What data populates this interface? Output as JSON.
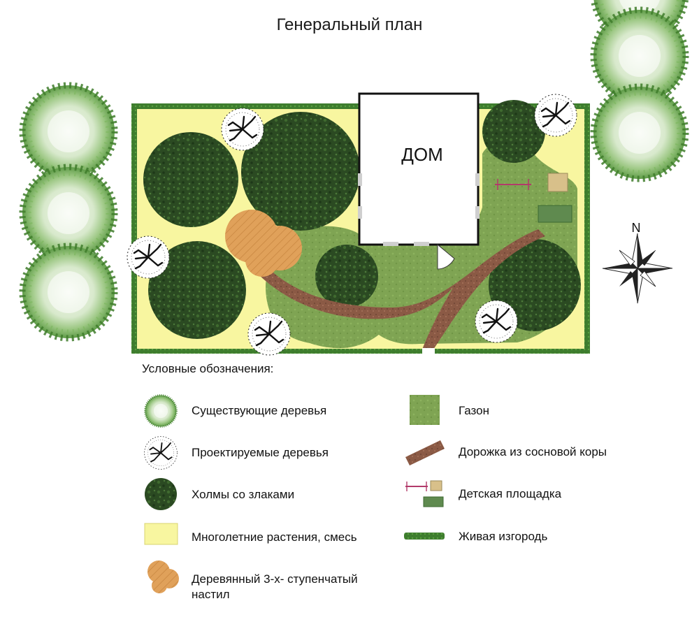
{
  "title": "Генеральный план",
  "house_label": "ДОМ",
  "north_label": "N",
  "legend": {
    "heading": "Условные обозначения:",
    "items": [
      {
        "label": "Существующие деревья",
        "icon": "existing-tree-icon"
      },
      {
        "label": "Проектируемые деревья",
        "icon": "planned-tree-icon"
      },
      {
        "label": "Холмы со злаками",
        "icon": "grass-hill-icon"
      },
      {
        "label": "Многолетние растения, смесь",
        "icon": "perennials-icon"
      },
      {
        "label": "Деревянный 3-х- ступенчатый\nнастил",
        "icon": "wooden-deck-icon"
      },
      {
        "label": "Газон",
        "icon": "lawn-icon"
      },
      {
        "label": "Дорожка из сосновой коры",
        "icon": "bark-path-icon"
      },
      {
        "label": "Детская площадка",
        "icon": "playground-icon"
      },
      {
        "label": "Живая изгородь",
        "icon": "hedge-icon"
      }
    ]
  },
  "colors": {
    "perennials": "#f8f6a0",
    "lawn": "#7fa453",
    "lawn_light": "#94b865",
    "hill": "#2b4a22",
    "hill_light": "#3f6a2f",
    "hedge": "#3e7d2e",
    "path": "#8b5a45",
    "deck": "#e0a15a",
    "existing_tree": "#dcebd0",
    "existing_tree_ring": "#5f9c48",
    "sand": "#d8c08a"
  }
}
